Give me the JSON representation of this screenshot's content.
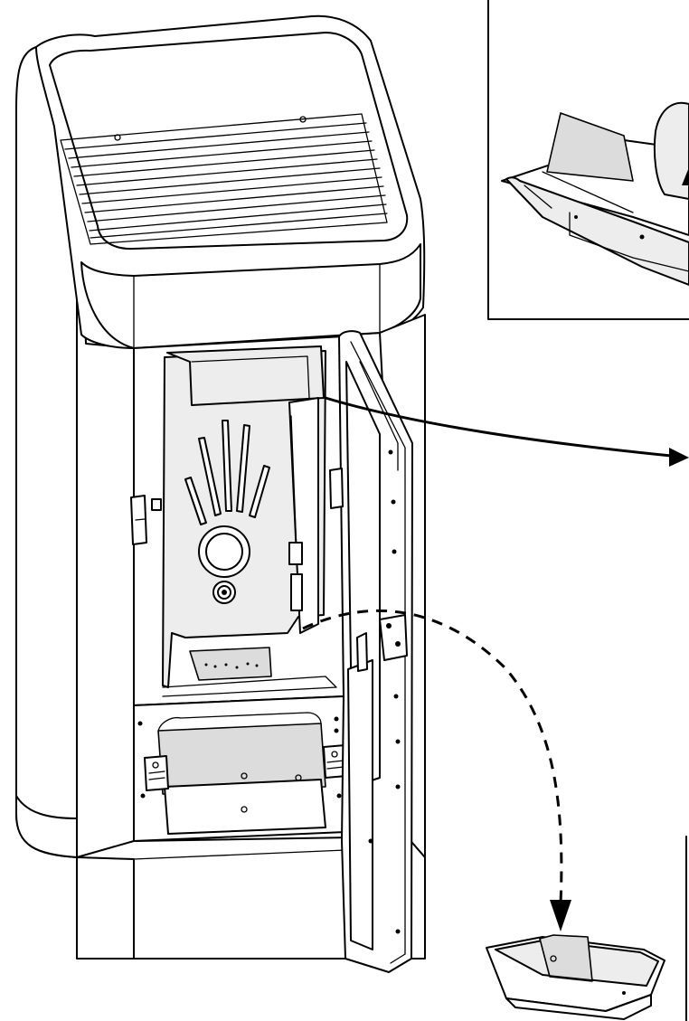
{
  "figure": {
    "icons": [
      "pellet-stove",
      "burn-pot",
      "arrow-solid",
      "arrow-dashed"
    ],
    "colors": {
      "line": "#000000",
      "fill_light": "#ededed",
      "fill_mid": "#dcdcdc",
      "background": "#ffffff"
    }
  }
}
